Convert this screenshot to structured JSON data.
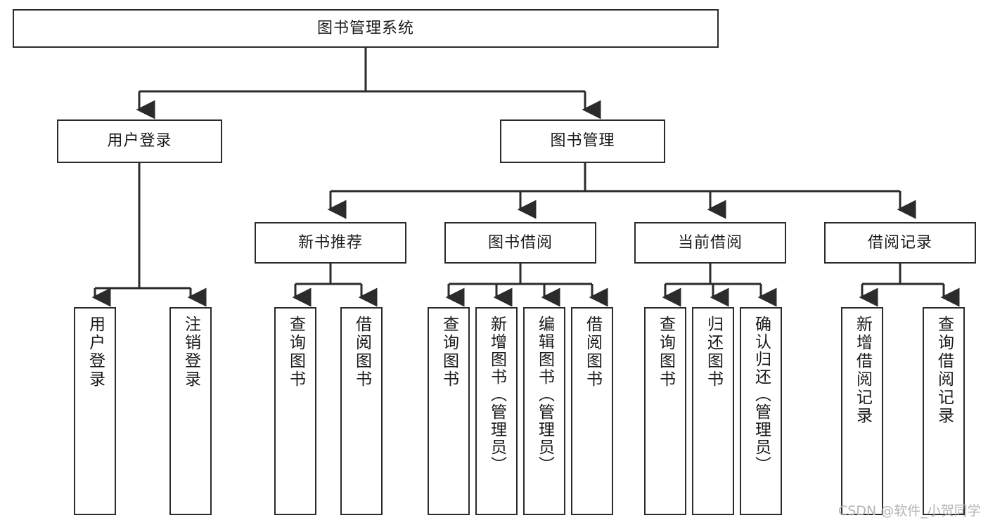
{
  "diagram": {
    "title": "图书管理系统",
    "watermark": "CSDN @软件_小贺同学",
    "colors": {
      "box_border": "#2b2b2b",
      "box_fill": "#ffffff",
      "edge": "#2b2b2b",
      "text": "#1a1a1a",
      "watermark": "#b4b4b4"
    },
    "root": {
      "label": "图书管理系统"
    },
    "level2": [
      {
        "label": "用户登录"
      },
      {
        "label": "图书管理"
      }
    ],
    "level3": [
      {
        "label": "新书推荐"
      },
      {
        "label": "图书借阅"
      },
      {
        "label": "当前借阅"
      },
      {
        "label": "借阅记录"
      }
    ],
    "leaves": {
      "user_login": [
        {
          "label": "用户登录"
        },
        {
          "label": "注销登录"
        }
      ],
      "new_book_recommend": [
        {
          "label": "查询图书"
        },
        {
          "label": "借阅图书"
        }
      ],
      "book_borrow": [
        {
          "label": "查询图书"
        },
        {
          "label": "新增图书（管理员）"
        },
        {
          "label": "编辑图书（管理员）"
        },
        {
          "label": "借阅图书"
        }
      ],
      "current_borrow": [
        {
          "label": "查询图书"
        },
        {
          "label": "归还图书"
        },
        {
          "label": "确认归还（管理员）"
        }
      ],
      "borrow_record": [
        {
          "label": "新增借阅记录"
        },
        {
          "label": "查询借阅记录"
        }
      ]
    }
  }
}
